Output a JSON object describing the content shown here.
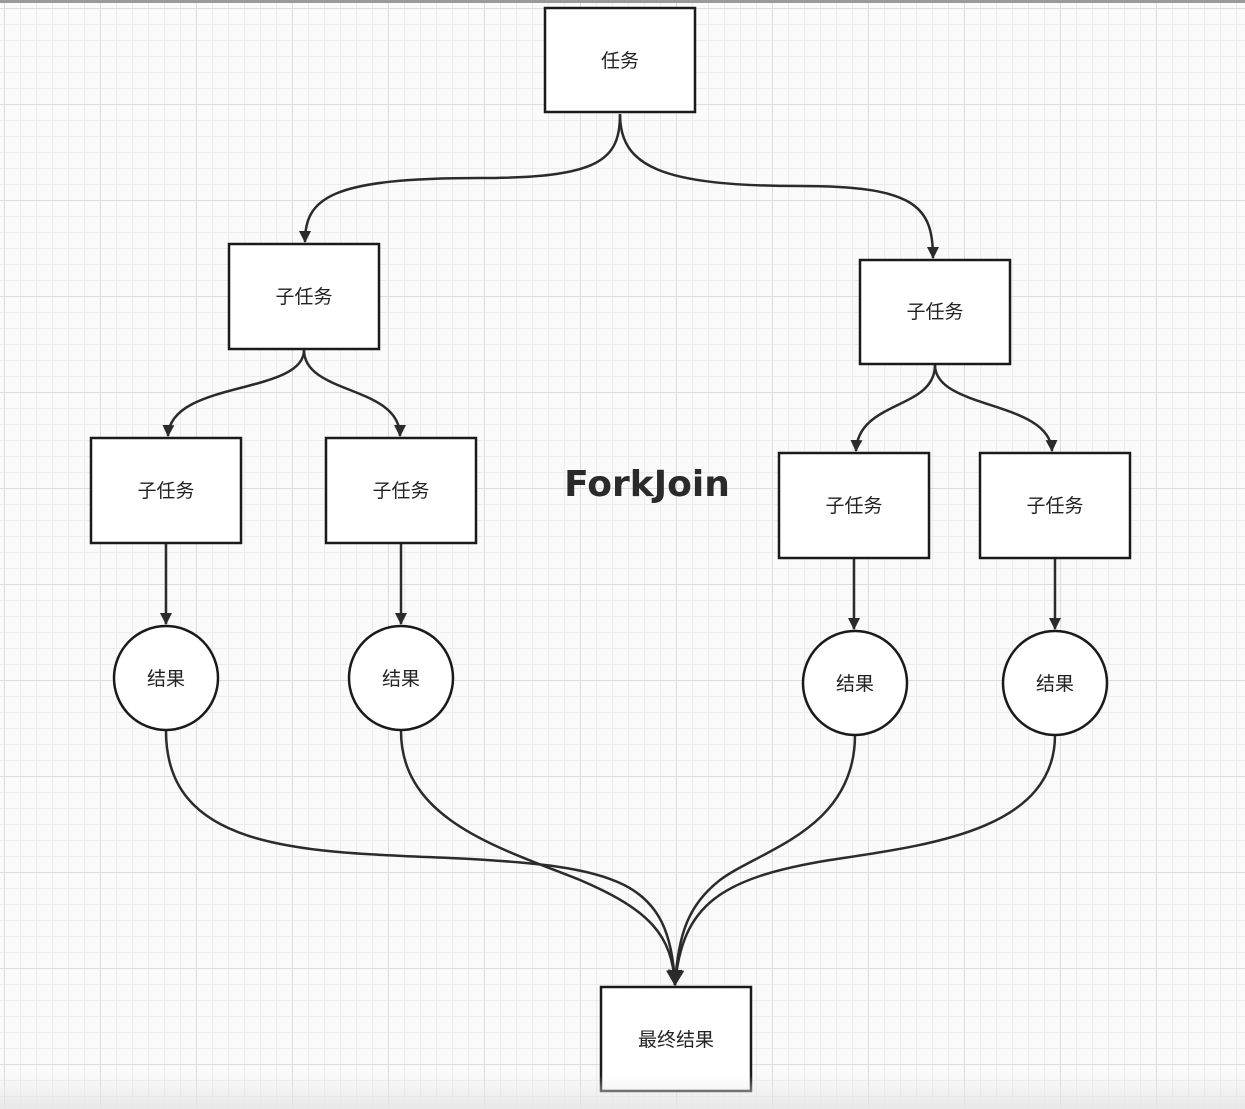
{
  "diagram": {
    "title": "ForkJoin",
    "nodes": {
      "task": "任务",
      "subtask_left": "子任务",
      "subtask_right": "子任务",
      "subtask_ll": "子任务",
      "subtask_lr": "子任务",
      "subtask_rl": "子任务",
      "subtask_rr": "子任务",
      "result_ll": "结果",
      "result_lr": "结果",
      "result_rl": "结果",
      "result_rr": "结果",
      "final_result": "最终结果"
    },
    "colors": {
      "stroke": "#1a1a1a",
      "node_fill": "#ffffff",
      "grid_line": "#dcdcdc",
      "background": "#fafafa"
    }
  }
}
